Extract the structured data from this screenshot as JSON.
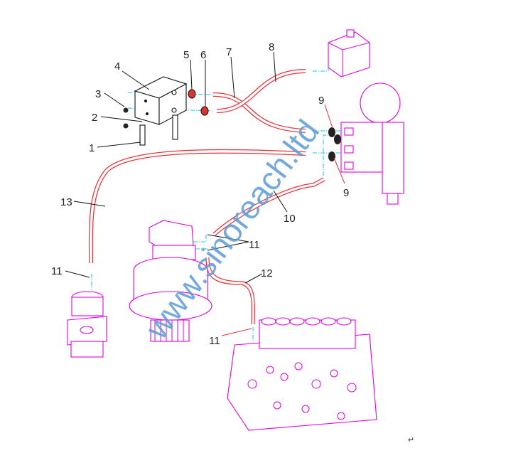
{
  "diagram": {
    "callouts": [
      "1",
      "2",
      "3",
      "4",
      "5",
      "6",
      "7",
      "8",
      "9",
      "9",
      "10",
      "11",
      "11",
      "11",
      "12",
      "13"
    ],
    "watermark": "www.sinoreach.ltd",
    "return_mark": "↵"
  },
  "colors": {
    "hose": "#e8303a",
    "component": "#e000e0",
    "centerline": "#14c8e0",
    "watermark": "#5b9bd5"
  }
}
